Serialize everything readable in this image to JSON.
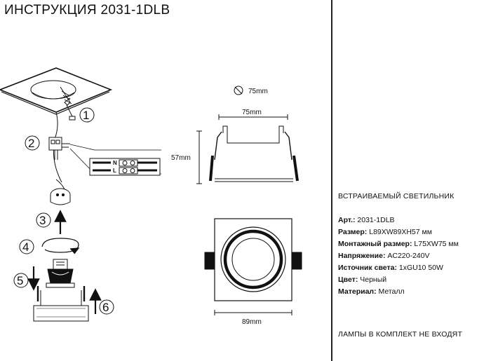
{
  "title": "ИНСТРУКЦИЯ 2031-1DLB",
  "steps": [
    "1",
    "2",
    "3",
    "4",
    "5",
    "6"
  ],
  "wiring": {
    "n": "N",
    "l": "L"
  },
  "dimensions": {
    "cutout": "75mm",
    "top_width": "75mm",
    "height": "57mm",
    "bottom_width": "89mm"
  },
  "product": {
    "heading": "ВСТРАИВАЕМЫЙ СВЕТИЛЬНИК",
    "specs": [
      {
        "label": "Арт.:",
        "value": " 2031-1DLB"
      },
      {
        "label": "Размер:",
        "value": " L89XW89XH57 мм"
      },
      {
        "label": "Монтажный размер:",
        "value": " L75XW75 мм"
      },
      {
        "label": "Напряжение:",
        "value": " AC220-240V"
      },
      {
        "label": "Источник света:",
        "value": " 1xGU10 50W"
      },
      {
        "label": "Цвет:",
        "value": " Черный"
      },
      {
        "label": "Материал:",
        "value": " Металл"
      }
    ],
    "footer": "ЛАМПЫ В КОМПЛЕКТ НЕ ВХОДЯТ"
  }
}
